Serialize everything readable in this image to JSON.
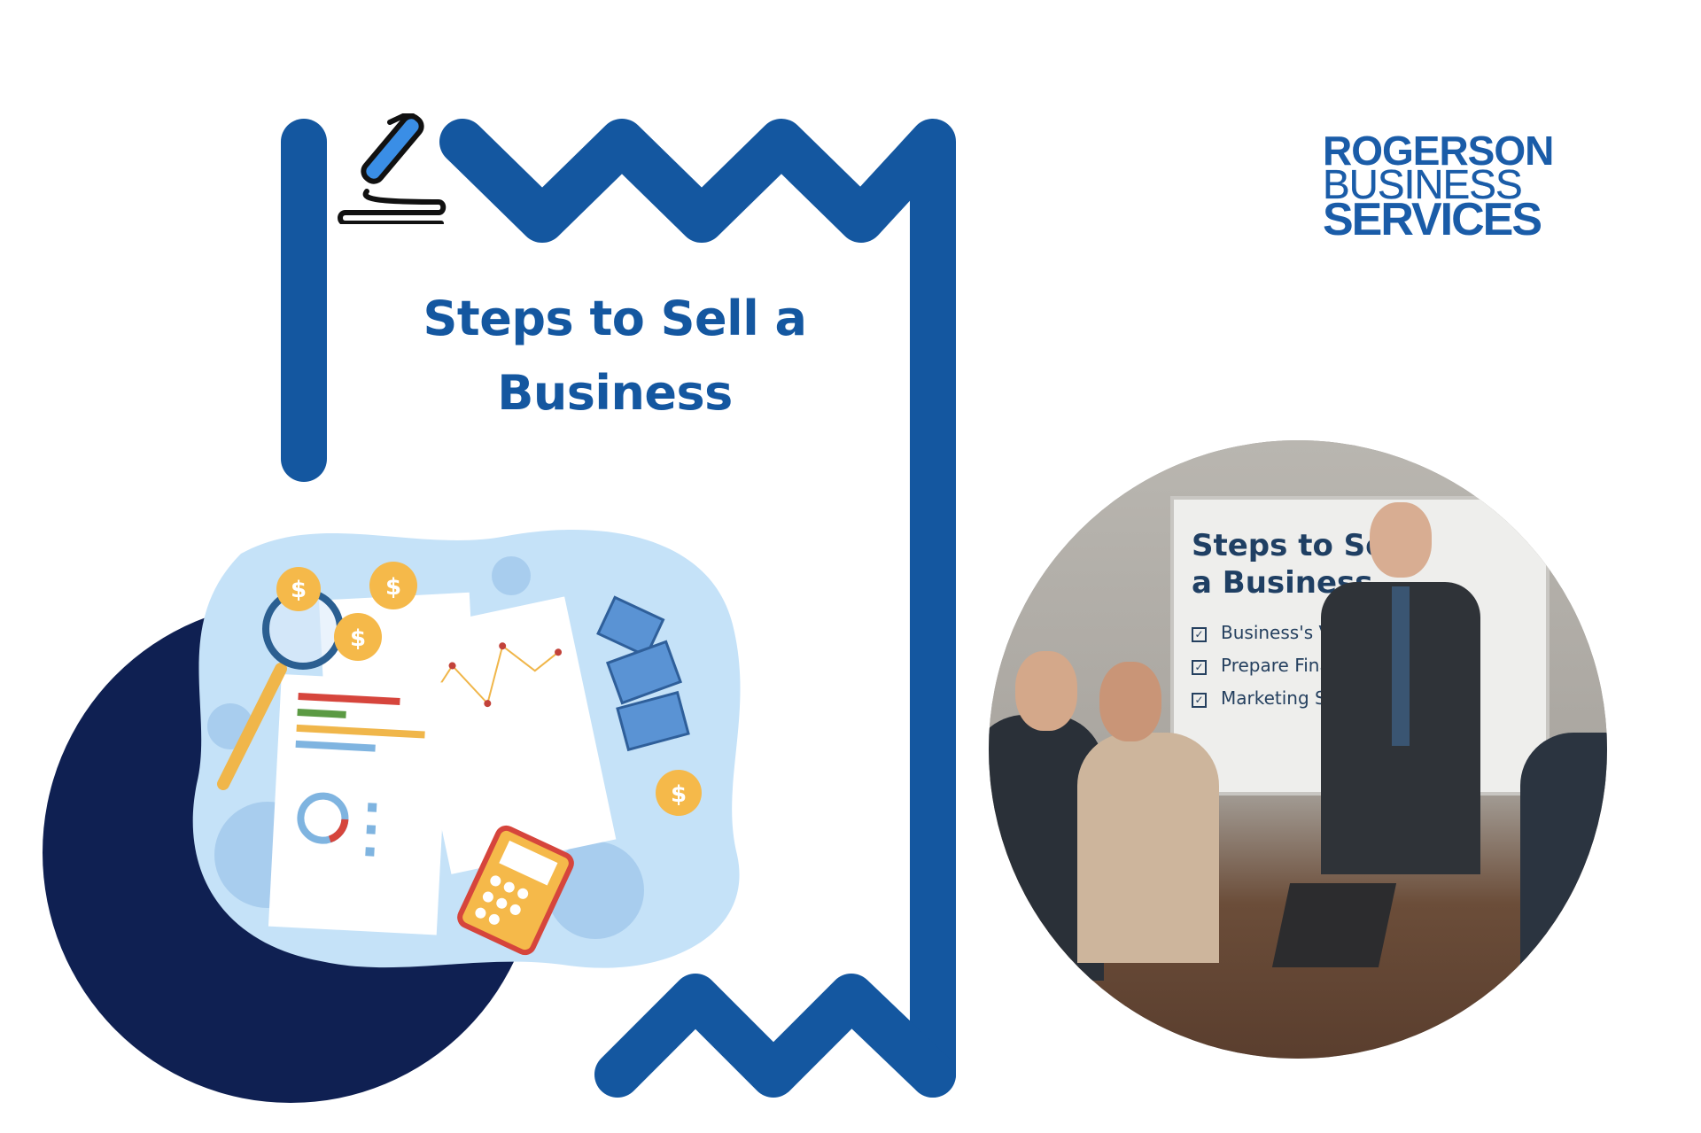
{
  "poster": {
    "title_line1": "Steps to Sell a",
    "title_line2": "Business",
    "colors": {
      "primary_blue": "#1457a0",
      "navy": "#0f2052",
      "light_blue": "#c5e2f8",
      "white": "#ffffff"
    }
  },
  "logo": {
    "line1": "ROGERSON",
    "line2": "BUSINESS",
    "line3": "SERVICES"
  },
  "illustration": {
    "description": "Financial documents with charts, coins, cash, magnifying glass and calculator",
    "coin_symbol": "$"
  },
  "photo": {
    "description": "Presenter in conference room pointing at whiteboard",
    "board_title_line1": "Steps to Sell",
    "board_title_line2": "a Business",
    "checklist": [
      {
        "label": "Business's Valuation",
        "checked": true
      },
      {
        "label": "Prepare Financials",
        "checked": true
      },
      {
        "label": "Marketing Strategy",
        "checked": true
      }
    ]
  }
}
